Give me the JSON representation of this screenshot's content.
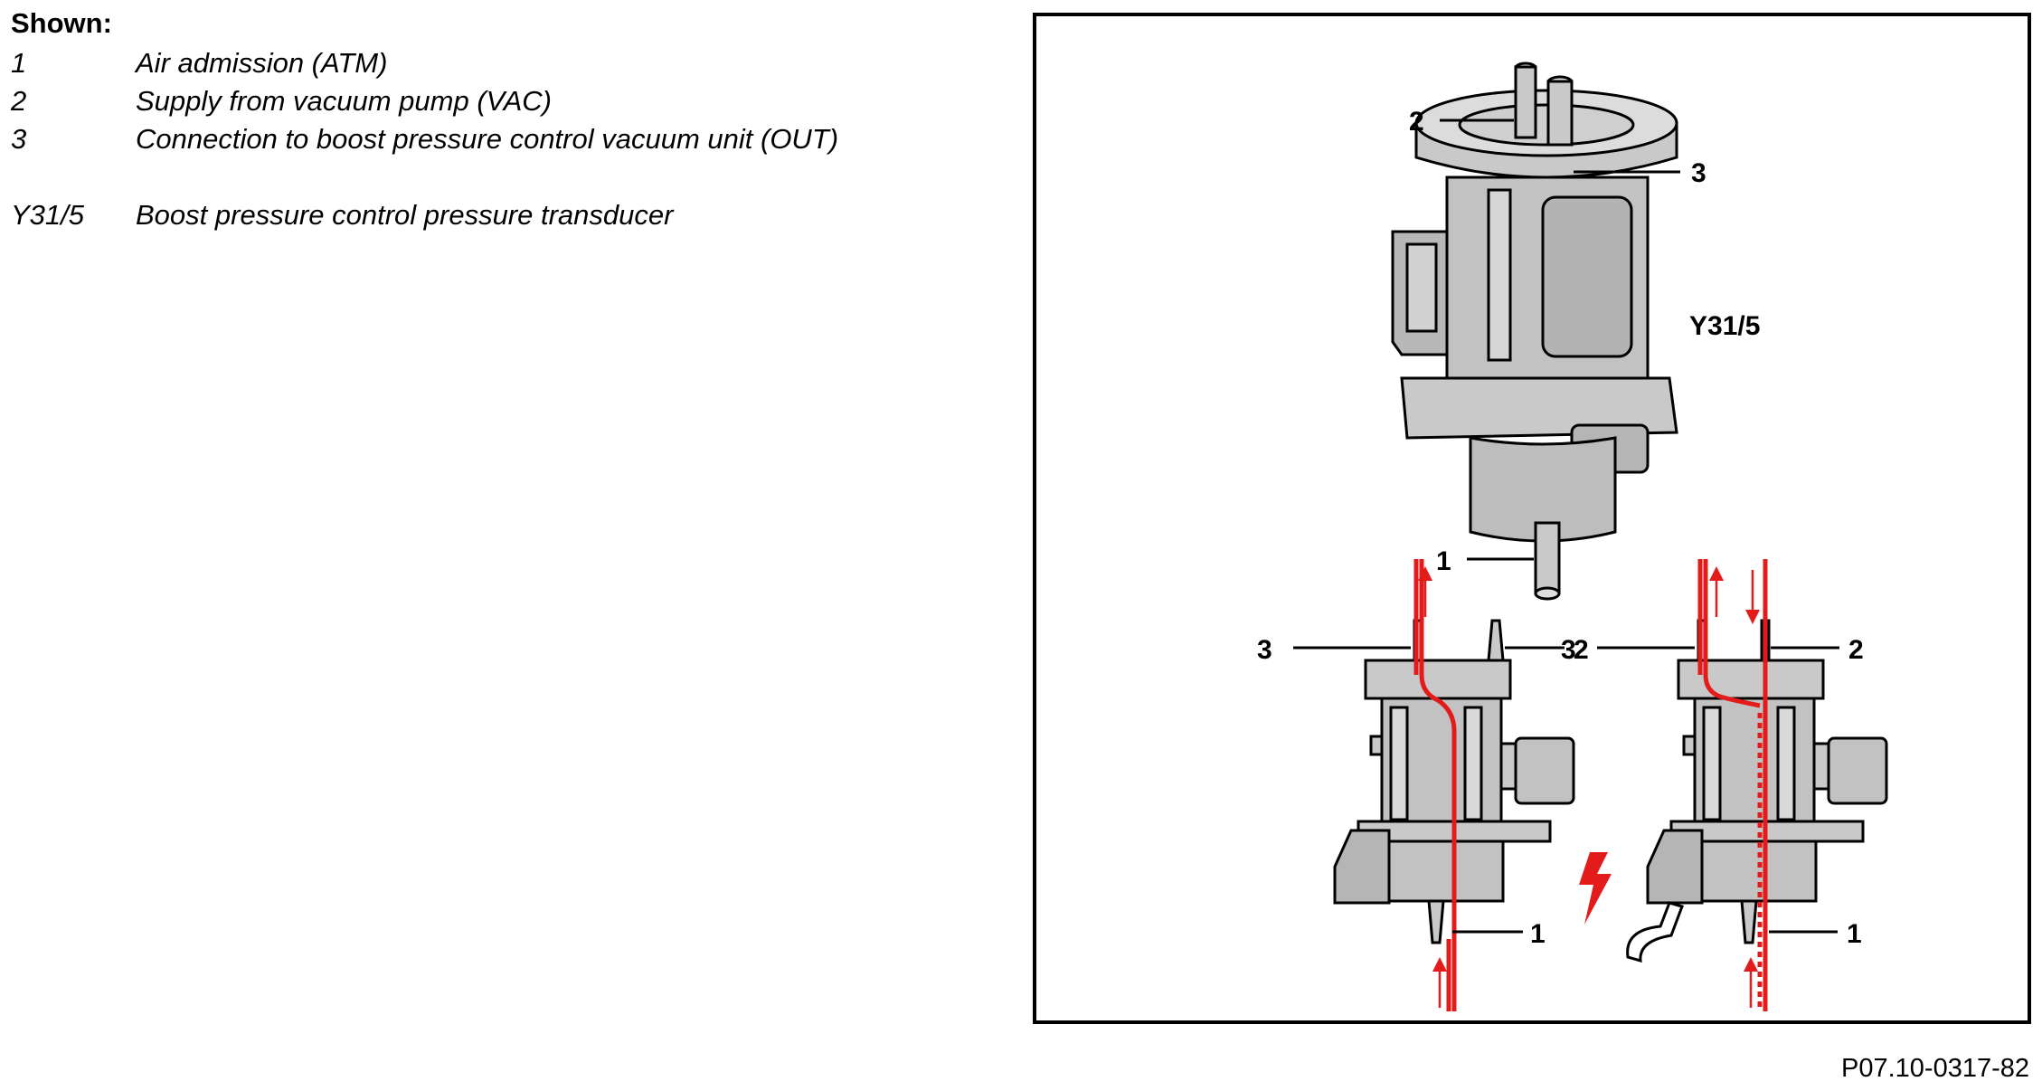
{
  "legend": {
    "heading": "Shown:",
    "items": [
      {
        "key": "1",
        "text": "Air admission (ATM)"
      },
      {
        "key": "2",
        "text": "Supply from vacuum pump (VAC)"
      },
      {
        "key": "3",
        "text": "Connection to boost pressure control vacuum unit (OUT)"
      },
      {
        "key": "Y31/5",
        "text": "Boost pressure control pressure transducer"
      }
    ]
  },
  "figure": {
    "component_label": "Y31/5",
    "callouts": {
      "one": "1",
      "two": "2",
      "three": "3"
    },
    "figure_id": "P07.10-0317-82"
  },
  "colors": {
    "flow": "#e31b1b",
    "body": "#c9c9c9",
    "body_dark": "#a9a9a9",
    "outline": "#000000"
  }
}
